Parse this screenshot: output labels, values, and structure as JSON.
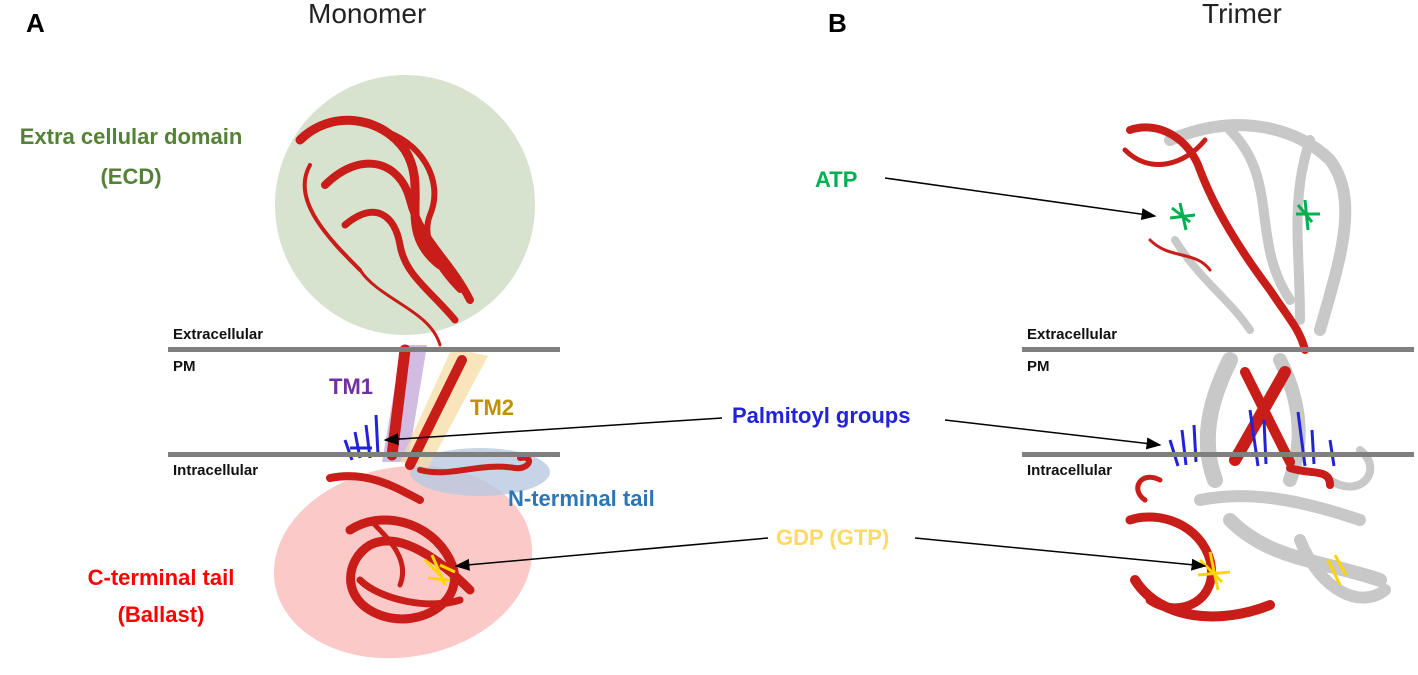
{
  "panel_a": {
    "letter": "A",
    "title": "Monomer",
    "labels": {
      "ecd_line1": "Extra cellular domain",
      "ecd_line2": "(ECD)",
      "tm1": "TM1",
      "tm2": "TM2",
      "n_tail": "N-terminal tail",
      "c_tail_line1": "C-terminal tail",
      "c_tail_line2": "(Ballast)"
    },
    "membrane": {
      "extracellular": "Extracellular",
      "pm": "PM",
      "intracellular": "Intracellular"
    }
  },
  "panel_b": {
    "letter": "B",
    "title": "Trimer",
    "labels": {
      "atp": "ATP"
    },
    "membrane": {
      "extracellular": "Extracellular",
      "pm": "PM",
      "intracellular": "Intracellular"
    }
  },
  "shared_labels": {
    "palmitoyl": "Palmitoyl groups",
    "gdp": "GDP (GTP)"
  },
  "colors": {
    "ecd": "#548235",
    "tm1": "#7030a0",
    "tm2": "#bf9000",
    "n_tail": "#2e75b6",
    "c_tail": "#ff0000",
    "atp": "#00b050",
    "palmitoyl": "#2222dd",
    "gdp": "#ffd966",
    "protein": "#d0201a",
    "membrane": "#7f7f7f"
  }
}
